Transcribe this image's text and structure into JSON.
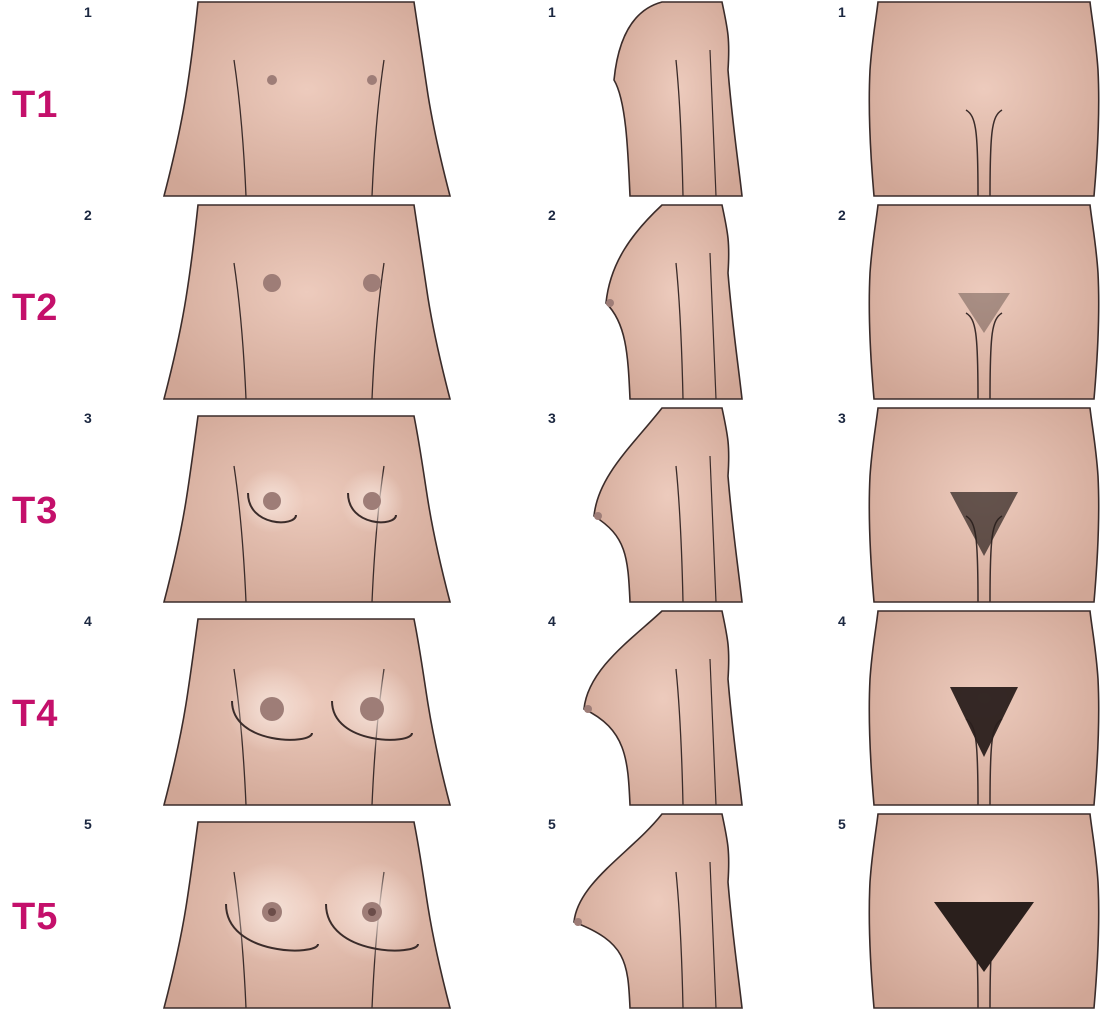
{
  "colors": {
    "label": "#c4106b",
    "skin": "#e6c2b2",
    "skin_shade": "#cfa594",
    "outline": "#3b2c2a",
    "areola": "#9e7d77",
    "hair": "#2a1f1c"
  },
  "stages": [
    {
      "label": "T1",
      "front_number": "1",
      "side_number": "1",
      "pubic_number": "1"
    },
    {
      "label": "T2",
      "front_number": "2",
      "side_number": "2",
      "pubic_number": "2"
    },
    {
      "label": "T3",
      "front_number": "3",
      "side_number": "3",
      "pubic_number": "3"
    },
    {
      "label": "T4",
      "front_number": "4",
      "side_number": "4",
      "pubic_number": "4"
    },
    {
      "label": "T5",
      "front_number": "5",
      "side_number": "5",
      "pubic_number": "5"
    }
  ]
}
